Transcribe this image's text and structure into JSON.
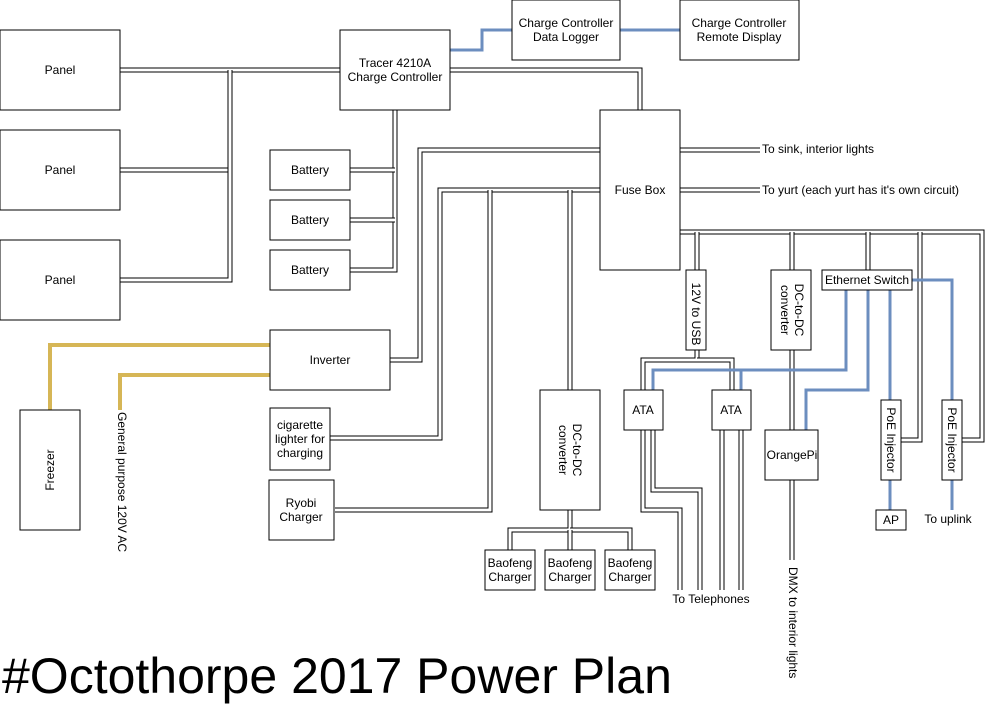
{
  "title": "#Octothorpe 2017 Power Plan",
  "colors": {
    "ethernet": "#6c8ebf",
    "ac_power": "#d6b656",
    "dc_power": "#000000"
  },
  "nodes": {
    "panel_1": "Panel",
    "panel_2": "Panel",
    "panel_3": "Panel",
    "charge_controller": [
      "Tracer 4210A",
      "Charge Controller"
    ],
    "data_logger": [
      "Charge Controller",
      "Data Logger"
    ],
    "remote_display": [
      "Charge Controller",
      "Remote Display"
    ],
    "battery_1": "Battery",
    "battery_2": "Battery",
    "battery_3": "Battery",
    "fuse_box": "Fuse Box",
    "inverter": "Inverter",
    "freezer": "Freezer",
    "cigarette_lighter": [
      "cigarette",
      "lighter for",
      "charging"
    ],
    "ryobi_charger": [
      "Ryobi",
      "Charger"
    ],
    "dc_dc_converter_left": [
      "DC-to-DC",
      "converter"
    ],
    "baofeng_1": [
      "Baofeng",
      "Charger"
    ],
    "baofeng_2": [
      "Baofeng",
      "Charger"
    ],
    "baofeng_3": [
      "Baofeng",
      "Charger"
    ],
    "usb_12v": "12V to USB",
    "dc_dc_converter_right": [
      "DC-to-DC",
      "converter"
    ],
    "ethernet_switch": "Ethernet Switch",
    "ata_1": "ATA",
    "ata_2": "ATA",
    "orangepi": "OrangePi",
    "poe_injector_1": "PoE Injector",
    "poe_injector_2": "PoE Injector",
    "ap": "AP"
  },
  "annotations": {
    "to_sink": "To sink, interior lights",
    "to_yurt": "To yurt (each yurt has it's own circuit)",
    "general_purpose": "General purpose 120V AC",
    "to_telephones": "To Telephones",
    "dmx": "DMX to interior lights",
    "to_uplink": "To uplink"
  }
}
